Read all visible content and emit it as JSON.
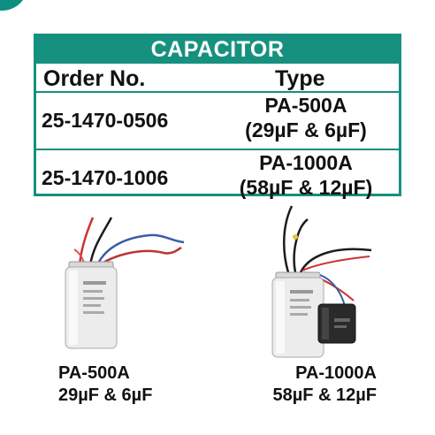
{
  "table": {
    "title": "CAPACITOR",
    "headers": {
      "order": "Order No.",
      "type": "Type"
    },
    "rows": [
      {
        "order_no": "25-1470-0506",
        "type_line1": "PA-500A",
        "type_line2": "(29µF & 6µF)"
      },
      {
        "order_no": "25-1470-1006",
        "type_line1": "PA-1000A",
        "type_line2": "(58µF & 12µF)"
      }
    ]
  },
  "products": [
    {
      "model": "PA-500A",
      "rating": "29µF & 6µF"
    },
    {
      "model": "PA-1000A",
      "rating": "58µF & 12µF"
    }
  ],
  "colors": {
    "accent": "#16917f",
    "text": "#111111"
  }
}
